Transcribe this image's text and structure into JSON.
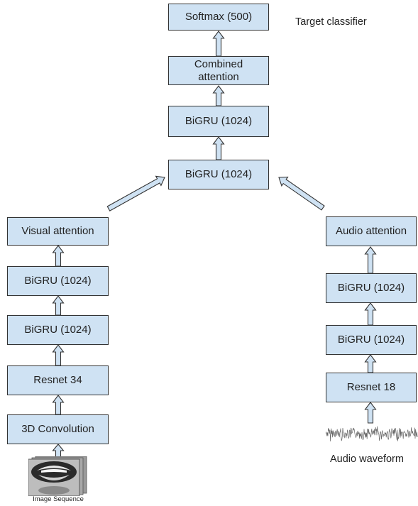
{
  "top_branch": {
    "softmax": "Softmax (500)",
    "target_classifier": "Target classifier",
    "combined_attention": "Combined\nattention",
    "bigru_upper": "BiGRU (1024)",
    "bigru_merge": "BiGRU (1024)"
  },
  "visual_branch": {
    "attention": "Visual attention",
    "bigru_2": "BiGRU (1024)",
    "bigru_1": "BiGRU (1024)",
    "resnet": "Resnet 34",
    "conv3d": "3D Convolution",
    "input_caption": "Image Sequence"
  },
  "audio_branch": {
    "attention": "Audio attention",
    "bigru_2": "BiGRU (1024)",
    "bigru_1": "BiGRU (1024)",
    "resnet": "Resnet 18",
    "input_caption": "Audio waveform"
  },
  "colors": {
    "box_fill": "#cfe2f3",
    "box_border": "#333333"
  }
}
